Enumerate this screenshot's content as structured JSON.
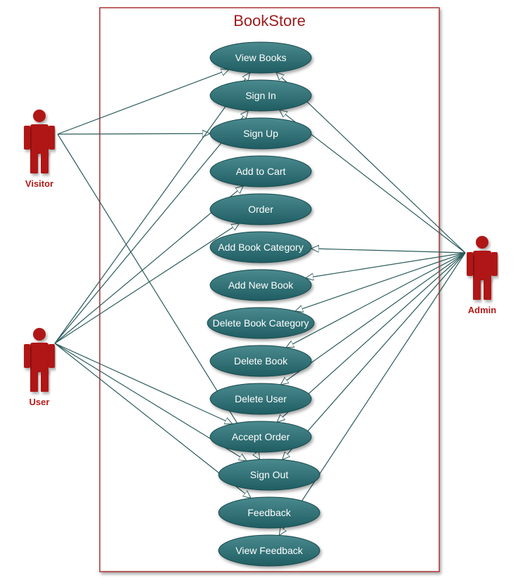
{
  "system": {
    "title": "BookStore"
  },
  "colors": {
    "boundary": "#a83232",
    "title": "#9b1c1c",
    "usecase_fill_top": "#4a8a8e",
    "usecase_fill_bottom": "#1f5d62",
    "usecase_stroke": "#17474b",
    "actor": "#b01818",
    "actor_label": "#b51a1a",
    "line": "#2a5a5a"
  },
  "actors": [
    {
      "id": "visitor",
      "label": "Visitor",
      "icon": "stick-figure-icon"
    },
    {
      "id": "user",
      "label": "User",
      "icon": "stick-figure-icon"
    },
    {
      "id": "admin",
      "label": "Admin",
      "icon": "stick-figure-icon"
    }
  ],
  "use_cases": [
    {
      "id": "view-books",
      "label": "View Books"
    },
    {
      "id": "sign-in",
      "label": "Sign In"
    },
    {
      "id": "sign-up",
      "label": "Sign Up"
    },
    {
      "id": "add-to-cart",
      "label": "Add to Cart"
    },
    {
      "id": "order",
      "label": "Order"
    },
    {
      "id": "add-book-category",
      "label": "Add Book Category"
    },
    {
      "id": "add-new-book",
      "label": "Add New Book"
    },
    {
      "id": "delete-book-category",
      "label": "Delete Book Category"
    },
    {
      "id": "delete-book",
      "label": "Delete Book"
    },
    {
      "id": "delete-user",
      "label": "Delete User"
    },
    {
      "id": "accept-order",
      "label": "Accept Order"
    },
    {
      "id": "sign-out",
      "label": "Sign Out"
    },
    {
      "id": "feedback",
      "label": "Feedback"
    },
    {
      "id": "view-feedback",
      "label": "View Feedback"
    }
  ],
  "associations": [
    {
      "from": "visitor",
      "to": "view-books"
    },
    {
      "from": "visitor",
      "to": "sign-up"
    },
    {
      "from": "visitor",
      "to": "sign-out"
    },
    {
      "from": "user",
      "to": "view-books"
    },
    {
      "from": "user",
      "to": "sign-in"
    },
    {
      "from": "user",
      "to": "add-to-cart"
    },
    {
      "from": "user",
      "to": "order"
    },
    {
      "from": "user",
      "to": "accept-order"
    },
    {
      "from": "user",
      "to": "sign-out"
    },
    {
      "from": "user",
      "to": "feedback"
    },
    {
      "from": "admin",
      "to": "view-books"
    },
    {
      "from": "admin",
      "to": "sign-in"
    },
    {
      "from": "admin",
      "to": "add-book-category"
    },
    {
      "from": "admin",
      "to": "add-new-book"
    },
    {
      "from": "admin",
      "to": "delete-book-category"
    },
    {
      "from": "admin",
      "to": "delete-book"
    },
    {
      "from": "admin",
      "to": "delete-user"
    },
    {
      "from": "admin",
      "to": "accept-order"
    },
    {
      "from": "admin",
      "to": "sign-out"
    },
    {
      "from": "admin",
      "to": "view-feedback"
    }
  ]
}
